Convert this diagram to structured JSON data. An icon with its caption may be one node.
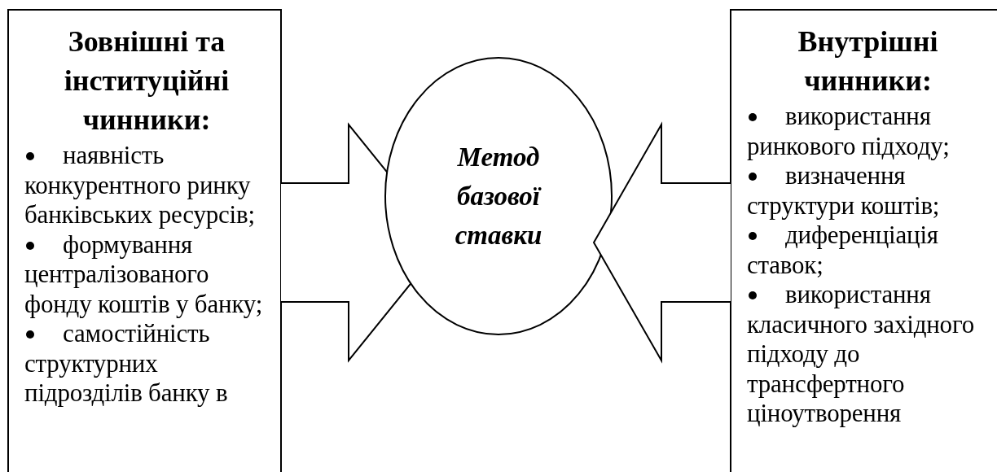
{
  "diagram": {
    "nodes": [
      {
        "text": [
          "Зовнішні та інституційні чинники:",
          "наявність конкурентного ринку банківських ресурсів;",
          "формування централізованого фонду коштів у банку;",
          "самостійність структурних підрозділів банку в"
        ]
      },
      {
        "text": [
          "Метод базової ставки"
        ]
      },
      {
        "text": [
          "Внутрішні чинники:",
          "використання ринкового підходу;",
          "визначення структури коштів;",
          "диференціація ставок;",
          "використання класичного західного підходу до трансфертного ціноутворення"
        ]
      }
    ],
    "edges": [
      {
        "from": 0,
        "to": 1,
        "arrow": "to"
      },
      {
        "from": 2,
        "to": 1,
        "arrow": "to"
      }
    ]
  }
}
